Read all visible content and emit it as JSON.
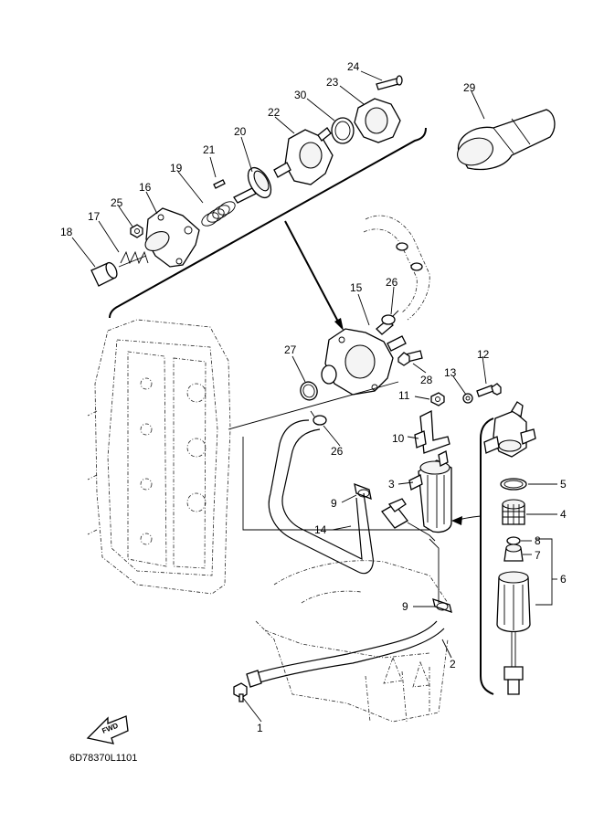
{
  "diagram_code": "6D78370L1101",
  "fwd_label": "FWD",
  "callouts": {
    "c1": "1",
    "c2": "2",
    "c3": "3",
    "c4": "4",
    "c5": "5",
    "c6": "6",
    "c7": "7",
    "c8": "8",
    "c9a": "9",
    "c9b": "9",
    "c10": "10",
    "c11": "11",
    "c12": "12",
    "c13": "13",
    "c14": "14",
    "c15": "15",
    "c16": "16",
    "c17": "17",
    "c18": "18",
    "c19": "19",
    "c20": "20",
    "c21": "21",
    "c22": "22",
    "c23": "23",
    "c24": "24",
    "c25": "25",
    "c26a": "26",
    "c26b": "26",
    "c27": "27",
    "c28": "28",
    "c29": "29",
    "c30": "30"
  }
}
